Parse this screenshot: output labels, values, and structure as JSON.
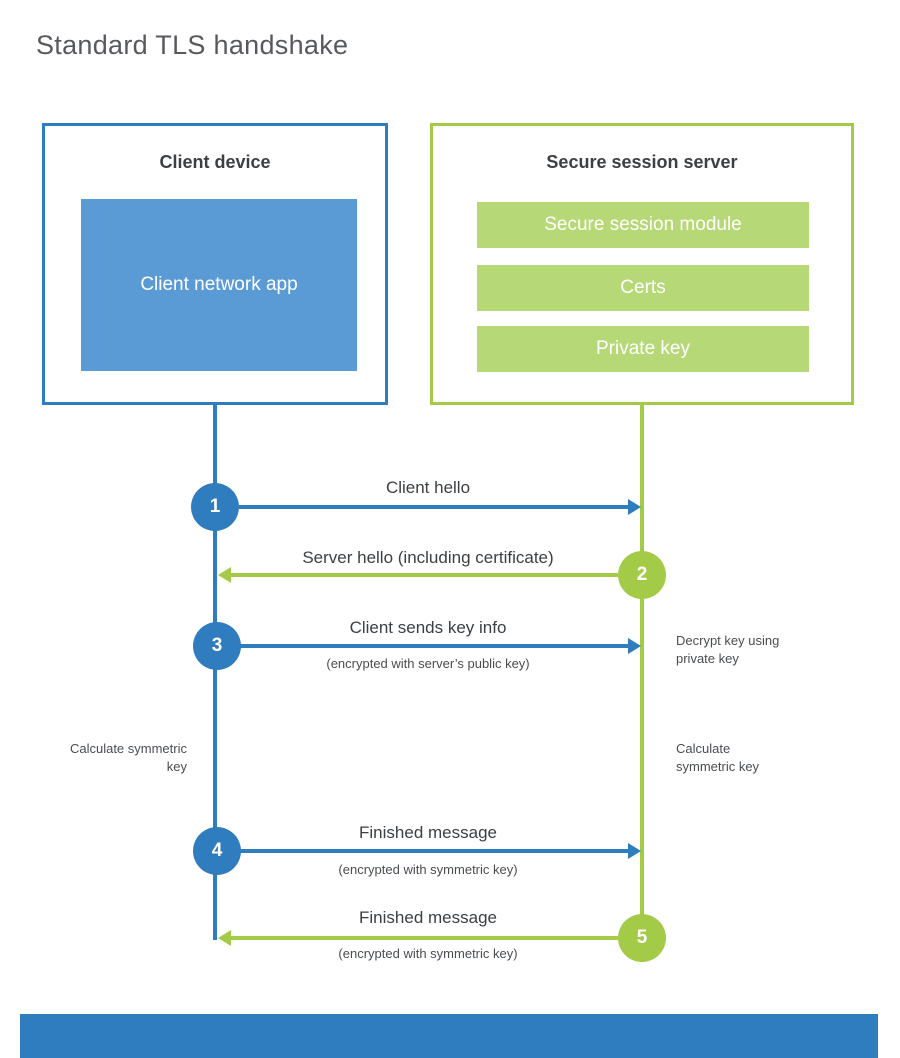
{
  "title": "Standard TLS handshake",
  "colors": {
    "blue": "#2f7cbe",
    "blue_fill": "#5b9bd5",
    "green": "#a3cb47",
    "green_fill": "#b6d877"
  },
  "client": {
    "title": "Client device",
    "app": "Client network app"
  },
  "server": {
    "title": "Secure session server",
    "modules": [
      "Secure session module",
      "Certs",
      "Private key"
    ]
  },
  "steps": [
    {
      "num": "1",
      "label": "Client hello",
      "direction": "right",
      "color": "blue"
    },
    {
      "num": "2",
      "label": "Server hello (including certificate)",
      "direction": "left",
      "color": "green"
    },
    {
      "num": "3",
      "label": "Client sends key info",
      "sub": "(encrypted with server’s public key)",
      "direction": "right",
      "color": "blue",
      "note": "Decrypt key using private key"
    },
    {
      "num": "4",
      "label": "Finished message",
      "sub": "(encrypted with symmetric key)",
      "direction": "right",
      "color": "blue"
    },
    {
      "num": "5",
      "label": "Finished message",
      "sub": "(encrypted with symmetric key)",
      "direction": "left",
      "color": "green"
    }
  ],
  "notes": {
    "calc_left": "Calculate symmetric key",
    "calc_right": "Calculate symmetric key"
  }
}
